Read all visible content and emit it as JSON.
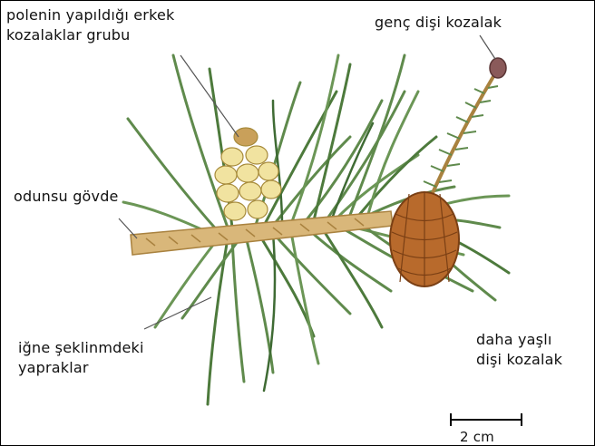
{
  "labels": {
    "male_cones_line1": "polenin yapıldığı erkek",
    "male_cones_line2": "kozalaklar grubu",
    "young_female_cone": "genç dişi kozalak",
    "woody_stem": "odunsu gövde",
    "needles_line1": "iğne şeklinmdeki",
    "needles_line2": "yapraklar",
    "older_female_cone_line1": "daha yaşlı",
    "older_female_cone_line2": "dişi kozalak"
  },
  "scale_bar": {
    "label": "2 cm"
  },
  "colors": {
    "needle": "#5f8a4c",
    "needle_dark": "#3f6b34",
    "stem": "#d9b77a",
    "stem_dark": "#a9823f",
    "male_cone": "#f1e3a0",
    "female_cone": "#b86a2c",
    "female_cone_dark": "#7a3f14",
    "young_cone": "#8a5a5a",
    "leader_line": "#555555"
  }
}
